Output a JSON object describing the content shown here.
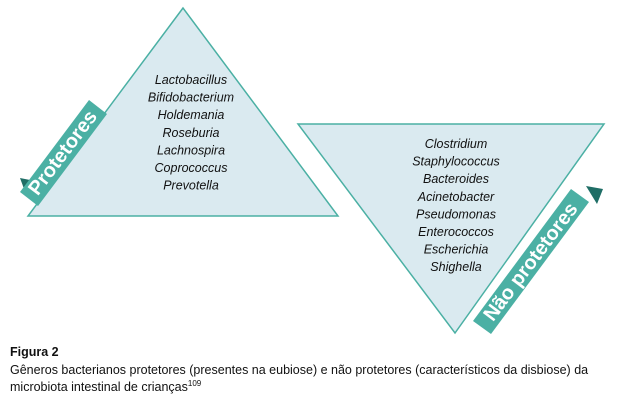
{
  "colors": {
    "triangle_fill": "#daeaf0",
    "triangle_stroke": "#4bb0a4",
    "ribbon": "#4bb0a4",
    "ribbon_shadow": "#1f6e66"
  },
  "protective": {
    "label": "Protetores",
    "genera": [
      "Lactobacillus",
      "Bifidobacterium",
      "Holdemania",
      "Roseburia",
      "Lachnospira",
      "Coprococcus",
      "Prevotella"
    ]
  },
  "non_protective": {
    "label": "Não protetores",
    "genera": [
      "Clostridium",
      "Staphylococcus",
      "Bacteroides",
      "Acinetobacter",
      "Pseudomonas",
      "Enterococcos",
      "Escherichia",
      "Shighella"
    ]
  },
  "caption": {
    "figure_label": "Figura 2",
    "text": "Gêneros bacterianos protetores (presentes na eubiose) e não protetores (característicos da disbiose) da microbiota intestinal de crianças",
    "reference": "109"
  }
}
